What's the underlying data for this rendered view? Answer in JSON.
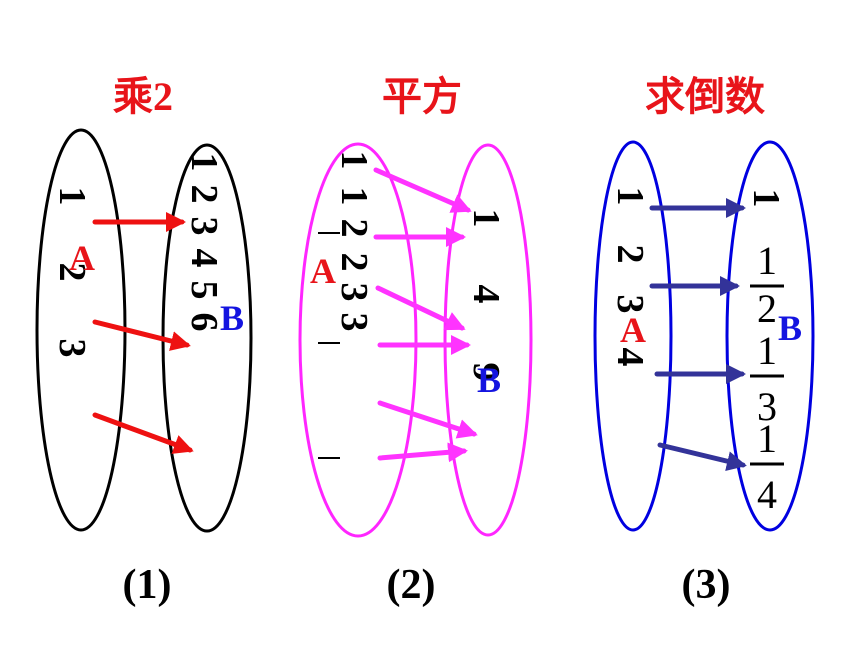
{
  "colors": {
    "title": "#e8141a",
    "label_a": "#e8141a",
    "label_b": "#1414e0",
    "text": "#000000",
    "ellipse_1": "#000000",
    "ellipse_2": "#ff26ff",
    "ellipse_3": "#0000e0",
    "arrow_1": "#ee1111",
    "arrow_2": "#ff33ff",
    "arrow_3": "#333399"
  },
  "panels": [
    {
      "title": "乘2",
      "caption": "(1)",
      "label_a": "A",
      "label_b": "B",
      "set_a": [
        "1",
        "2",
        "3"
      ],
      "set_b": [
        "1",
        "2",
        "3",
        "4",
        "5",
        "6"
      ]
    },
    {
      "title": "平方",
      "caption": "(2)",
      "label_a": "A",
      "label_b": "B",
      "set_a": [
        "1",
        "1",
        "2",
        "2",
        "3",
        "3"
      ],
      "set_b": [
        "1",
        "4",
        "9"
      ]
    },
    {
      "title": "求倒数",
      "caption": "(3)",
      "label_a": "A",
      "label_b": "B",
      "set_a": [
        "1",
        "2",
        "3",
        "4"
      ],
      "set_b_whole": "1",
      "set_b_fractions": [
        {
          "numerator": "1",
          "denominator": "2"
        },
        {
          "numerator": "1",
          "denominator": "3"
        },
        {
          "numerator": "1",
          "denominator": "4"
        }
      ]
    }
  ]
}
